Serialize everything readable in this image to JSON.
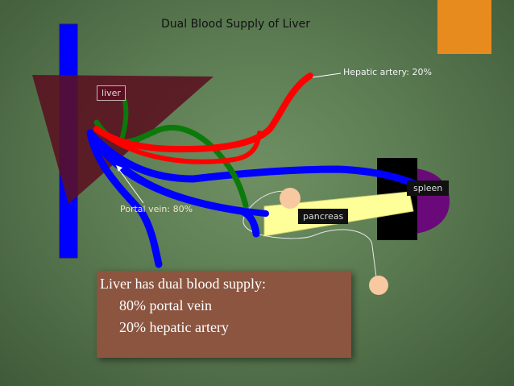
{
  "slide": {
    "title": "Dual Blood Supply of Liver",
    "accent_color": "#e88b1e",
    "background_color": "#5b7b52"
  },
  "diagram": {
    "labels": {
      "liver": "liver",
      "hepatic_artery": "Hepatic artery: 20%",
      "portal_vein": "Portal vein: 80%",
      "pancreas": "pancreas",
      "spleen": "spleen"
    },
    "colors": {
      "liver": "#5a1020",
      "hepatic_artery": "#ff0000",
      "portal_vein": "#0000ff",
      "gastric_artery": "#0a7a0a",
      "pancreas": "#ffff99",
      "spleen": "#6a0a7a",
      "vena_cava": "#0000ff"
    }
  },
  "summary": {
    "line1": "Liver has dual blood supply:",
    "line2": "80% portal vein",
    "line3": "20% hepatic artery"
  }
}
